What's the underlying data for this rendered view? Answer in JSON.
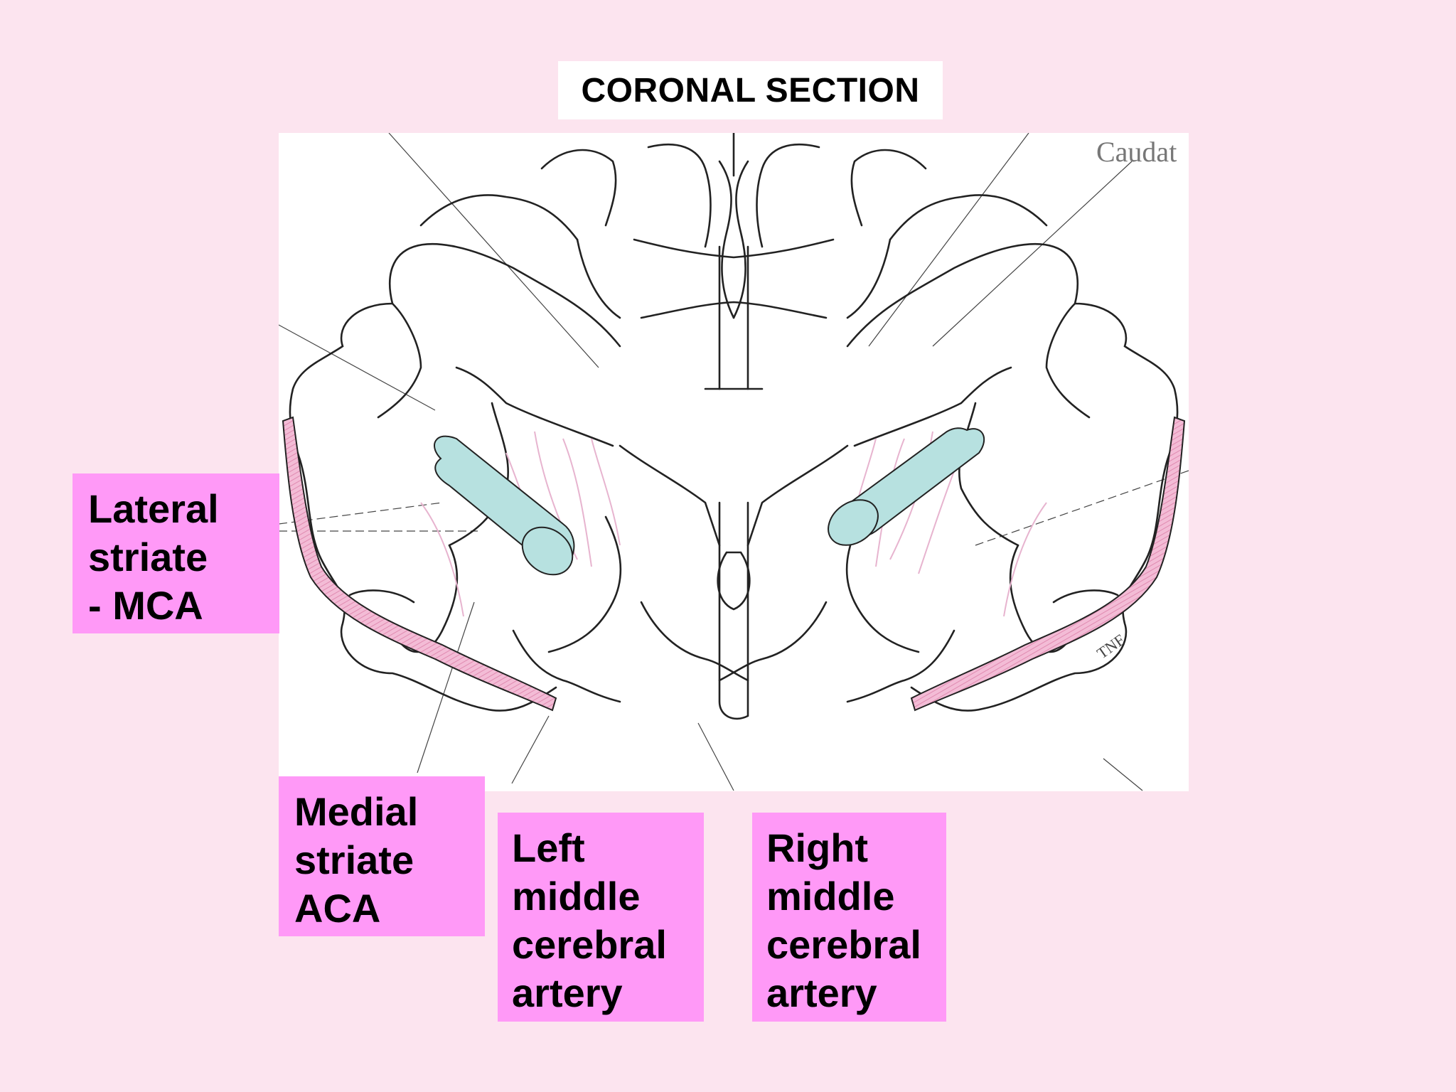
{
  "title": "CORONAL SECTION",
  "diagram": {
    "corner_label": "Caudat",
    "artist_mark": "TNF",
    "colors": {
      "background": "#fce4ef",
      "label_fill": "#ff99f7",
      "vessel_fill": "#b7e1e0",
      "artery_stripe": "#ea9cc0",
      "outline": "#222222"
    }
  },
  "labels": {
    "lateral_striate": [
      "Lateral",
      "striate",
      "- MCA"
    ],
    "medial_striate": [
      "Medial",
      "striate",
      "ACA"
    ],
    "left_mca": [
      "Left",
      "middle",
      "cerebral",
      "artery"
    ],
    "right_mca": [
      "Right",
      "middle",
      "cerebral",
      "artery"
    ]
  }
}
